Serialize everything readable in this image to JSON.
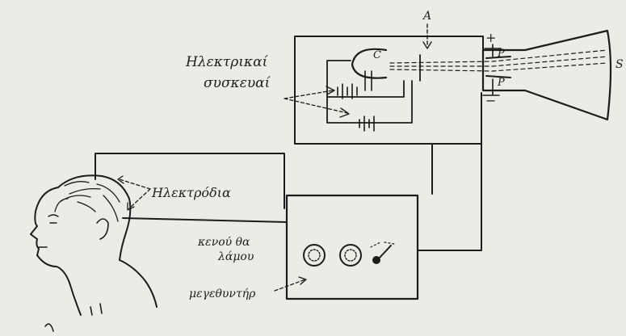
{
  "diagram": {
    "labels": {
      "electrical_devices_line1": "Ηλεκτρικαί",
      "electrical_devices_line2": "συσκευαί",
      "electrodes": "Ηλεκτρόδια",
      "vacuum_tube_line1": "κενού θα",
      "vacuum_tube_line2": "λάμου",
      "amplifier": "μεγεθυντήρ",
      "point_a": "A",
      "cathode_c": "C",
      "plate_top": "P",
      "plate_bottom": "P",
      "plus_sign": "+",
      "minus_sign": "−",
      "screen_s": "S"
    },
    "colors": {
      "ink": "#1c1c1c",
      "paper": "#ecebe5"
    }
  }
}
